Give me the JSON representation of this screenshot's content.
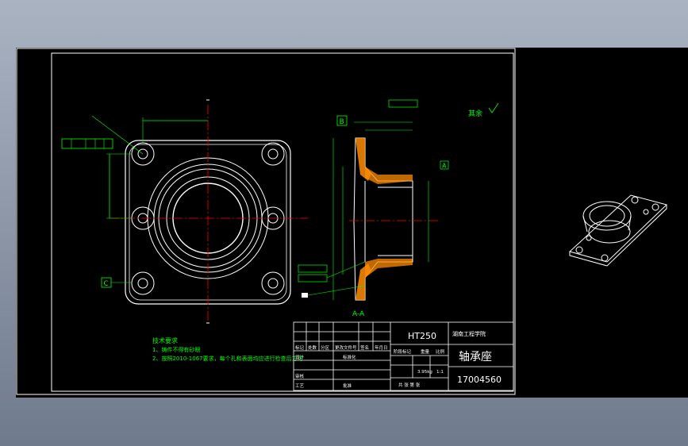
{
  "drawing": {
    "roughness_note": "其余",
    "section_label": "A-A",
    "datum_labels": [
      "A",
      "B",
      "C"
    ],
    "tech_req": {
      "title": "技术要求",
      "item1": "1、铸件不得有砂眼",
      "item2": "2、按照2010-1067要求，每个孔和表面均应进行检查后方可"
    },
    "title_block": {
      "material": "HT250",
      "school": "湖南工程学院",
      "part_name": "轴承座",
      "drawing_no": "17004560",
      "scale": "1:1",
      "weight": "3.95kg",
      "header_cells": [
        "标记",
        "处数",
        "分区",
        "更改文件号",
        "签名",
        "年月日"
      ],
      "design_label": "设计",
      "standard_label": "标准化",
      "review_label": "审核",
      "process_label": "工艺",
      "approve_label": "批准",
      "stage_label": "阶段标记",
      "weight_label": "重量",
      "scale_label": "比例",
      "sheet_label": "共 张 第 张"
    }
  },
  "colors": {
    "background": "#000000",
    "outline": "#ffffff",
    "dimension": "#00ff00",
    "centerline": "#ff0000",
    "hatch": "#ff8c00",
    "viewport_bg": "#aab3c2"
  }
}
